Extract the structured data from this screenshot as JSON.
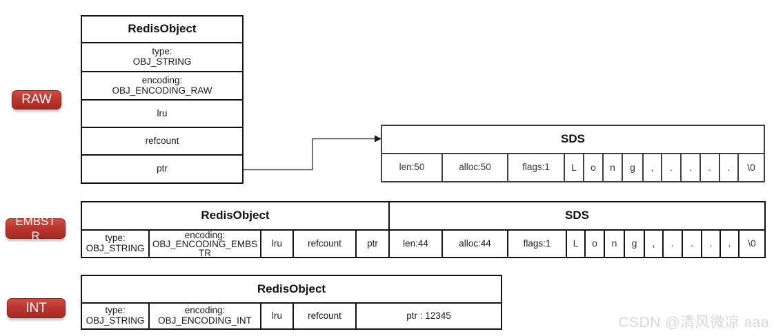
{
  "watermark": "CSDN @清风微凉 aaa",
  "badges": {
    "raw": "RAW",
    "embstr": "EMBSTR",
    "int": "INT"
  },
  "raw": {
    "redis_object": {
      "title": "RedisObject",
      "type": "type:\nOBJ_STRING",
      "encoding": "encoding:\nOBJ_ENCODING_RAW",
      "lru": "lru",
      "refcount": "refcount",
      "ptr": "ptr"
    },
    "sds": {
      "title": "SDS",
      "len": "len:50",
      "alloc": "alloc:50",
      "flags": "flags:1",
      "chars": [
        "L",
        "o",
        "n",
        "g",
        ",",
        ".",
        ".",
        ".",
        ".",
        "\\0"
      ]
    }
  },
  "embstr": {
    "redis_object": {
      "title": "RedisObject",
      "type": "type:\nOBJ_STRING",
      "encoding": "encoding:\nOBJ_ENCODING_EMBSTR",
      "lru": "lru",
      "refcount": "refcount",
      "ptr": "ptr"
    },
    "sds": {
      "title": "SDS",
      "len": "len:44",
      "alloc": "alloc:44",
      "flags": "flags:1",
      "chars": [
        "L",
        "o",
        "n",
        "g",
        ",",
        ".",
        ".",
        ".",
        ".",
        "\\0"
      ]
    }
  },
  "int": {
    "redis_object": {
      "title": "RedisObject",
      "type": "type:\nOBJ_STRING",
      "encoding": "encoding:\nOBJ_ENCODING_INT",
      "lru": "lru",
      "refcount": "refcount",
      "ptr": "ptr : 12345"
    }
  },
  "colors": {
    "badge_red": "#b9362f",
    "table_border_black": "#111111",
    "table_border_gray": "#3f3f3f",
    "watermark_gray": "#d8d8d8"
  }
}
